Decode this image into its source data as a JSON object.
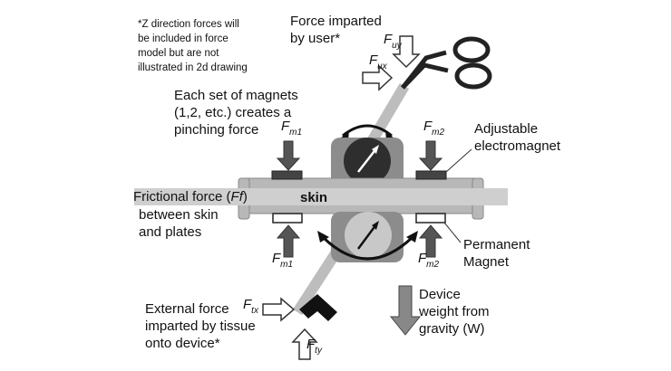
{
  "note": {
    "lines": [
      "*Z direction forces will",
      "be included in force",
      "model but are not",
      "illustrated in 2d drawing"
    ]
  },
  "labels": {
    "user_force": [
      "Force imparted",
      "by user*"
    ],
    "magnets": [
      "Each set of magnets",
      "(1,2, etc.) creates a",
      "pinching force"
    ],
    "electromagnet": [
      "Adjustable",
      "electromagnet"
    ],
    "frictional": [
      "Frictional force (",
      "between skin",
      "and plates"
    ],
    "friction_symbol": "Ff",
    "skin": "skin",
    "permanent": [
      "Permanent",
      "Magnet"
    ],
    "external": [
      "External force",
      "imparted by tissue",
      "onto device*"
    ],
    "weight": [
      "Device",
      "weight from",
      "gravity (W)"
    ]
  },
  "symbols": {
    "fuy": {
      "main": "F",
      "sub": "uy"
    },
    "fux": {
      "main": "F",
      "sub": "ux"
    },
    "fm1_top": {
      "main": "F",
      "sub": "m1"
    },
    "fm2_top": {
      "main": "F",
      "sub": "m2"
    },
    "fm1_bot": {
      "main": "F",
      "sub": "m1"
    },
    "fm2_bot": {
      "main": "F",
      "sub": "m2"
    },
    "ftx": {
      "main": "F",
      "sub": "tx"
    },
    "fty": {
      "main": "F",
      "sub": "ty"
    }
  },
  "colors": {
    "dark": "#444444",
    "mid": "#7f7f7f",
    "plate": "#b0b0b0",
    "skin": "#cfcfcf",
    "outline": "#222222"
  }
}
